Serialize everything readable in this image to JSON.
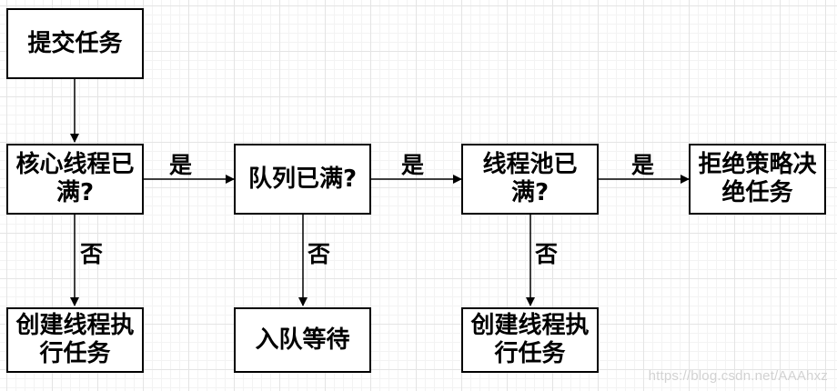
{
  "nodes": {
    "submit_task": "提交任务",
    "core_full": "核心线程已满?",
    "queue_full": "队列已满?",
    "pool_full": "线程池已满?",
    "reject_policy": "拒绝策略决绝任务",
    "create_core_thread": "创建线程执行任务",
    "enqueue_wait": "入队等待",
    "create_extra_thread": "创建线程执行任务"
  },
  "edges": {
    "core_full_yes": "是",
    "queue_full_yes": "是",
    "pool_full_yes": "是",
    "core_full_no": "否",
    "queue_full_no": "否",
    "pool_full_no": "否"
  },
  "watermark": "https://blog.csdn.net/AAAhxz",
  "colors": {
    "stroke": "#000000",
    "node_fill": "#ffffff",
    "grid": "#e4e4e4"
  }
}
